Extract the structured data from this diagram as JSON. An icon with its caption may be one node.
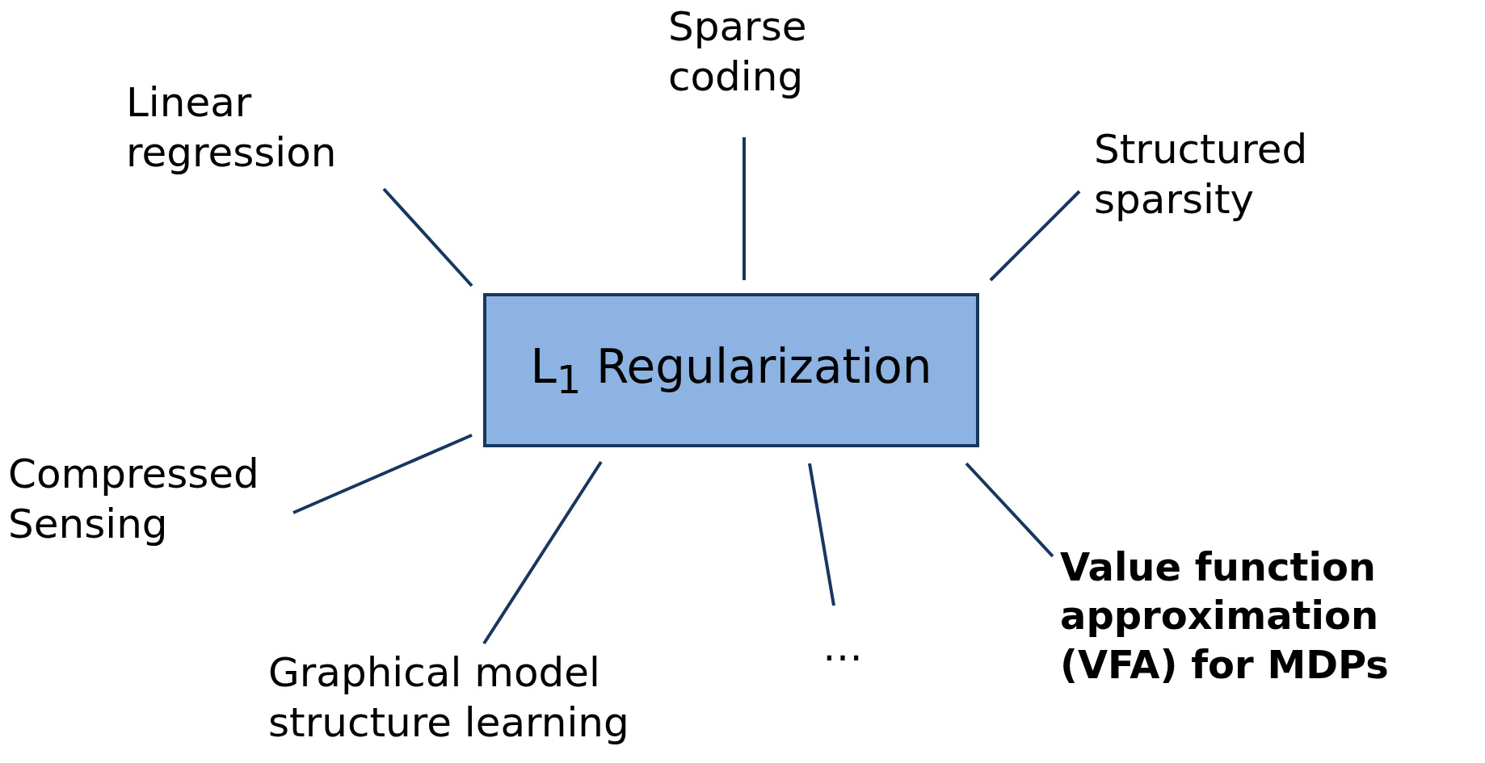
{
  "diagram": {
    "nodes": [
      {
        "text": [
          "L$_{1}$ Regularization"
        ]
      },
      {
        "text": [
          "Linear regression"
        ]
      },
      {
        "text": [
          "Sparse coding"
        ]
      },
      {
        "text": [
          "Structured sparsity"
        ]
      },
      {
        "text": [
          "Compressed Sensing"
        ]
      },
      {
        "text": [
          "Graphical model structure learning"
        ]
      },
      {
        "text": [
          "…"
        ]
      },
      {
        "text": [
          "Value function approximation (VFA) for MDPs"
        ]
      }
    ],
    "edges": [
      {
        "from": 0,
        "to": 1,
        "arrow": "none"
      },
      {
        "from": 0,
        "to": 2,
        "arrow": "none"
      },
      {
        "from": 0,
        "to": 3,
        "arrow": "none"
      },
      {
        "from": 0,
        "to": 4,
        "arrow": "none"
      },
      {
        "from": 0,
        "to": 5,
        "arrow": "none"
      },
      {
        "from": 0,
        "to": 6,
        "arrow": "none"
      },
      {
        "from": 0,
        "to": 7,
        "arrow": "none"
      }
    ]
  }
}
